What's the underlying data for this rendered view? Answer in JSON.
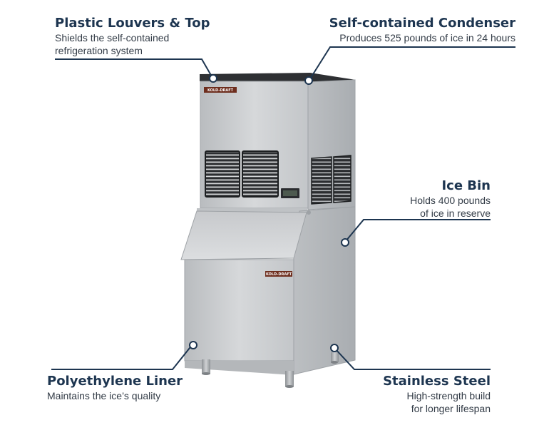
{
  "callouts": {
    "louvers": {
      "title": "Plastic Louvers & Top",
      "desc_lines": [
        "Shields the self-contained",
        "refrigeration system"
      ]
    },
    "condenser": {
      "title": "Self-contained Condenser",
      "desc_lines": [
        "Produces 525 pounds of ice in 24 hours"
      ]
    },
    "ice_bin": {
      "title": "Ice Bin",
      "desc_lines": [
        "Holds 400 pounds",
        "of ice in reserve"
      ]
    },
    "liner": {
      "title": "Polyethylene Liner",
      "desc_lines": [
        "Maintains the ice’s quality"
      ]
    },
    "steel": {
      "title": "Stainless Steel",
      "desc_lines": [
        "High-strength build",
        "for longer lifespan"
      ]
    }
  },
  "brand": {
    "logo_text": "KOLD-DRAFT"
  },
  "colors": {
    "text_navy": "#1d3550",
    "leader_line": "#1d3550",
    "steel": "#c9cbcd",
    "louver": "#2b2d30"
  }
}
